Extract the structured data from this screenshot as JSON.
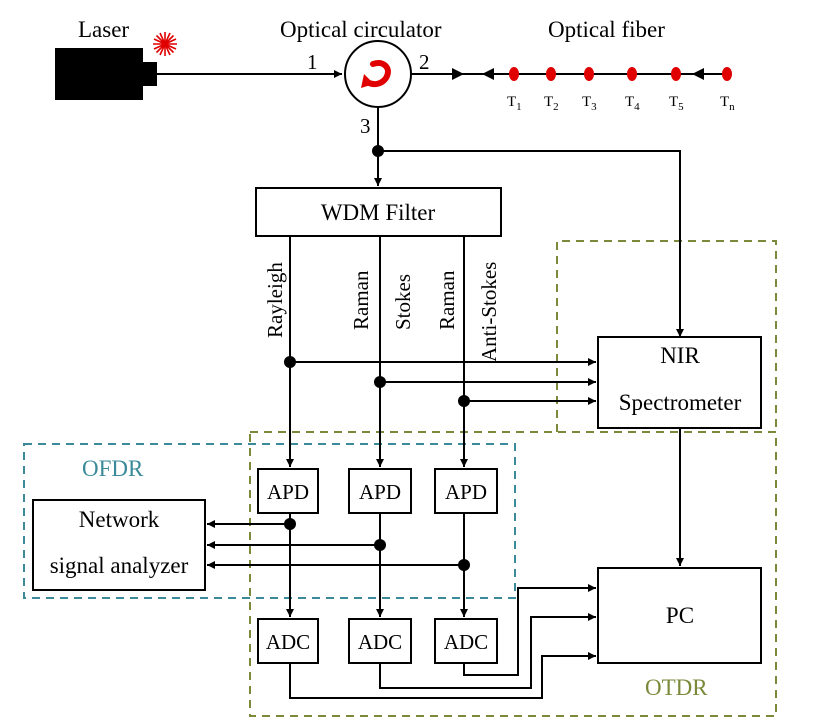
{
  "title_labels": {
    "laser": "Laser",
    "circulator": "Optical circulator",
    "fiber": "Optical fiber"
  },
  "ports": [
    "1",
    "2",
    "3"
  ],
  "sensors": [
    {
      "base": "T",
      "sub": "1"
    },
    {
      "base": "T",
      "sub": "2"
    },
    {
      "base": "T",
      "sub": "3"
    },
    {
      "base": "T",
      "sub": "4"
    },
    {
      "base": "T",
      "sub": "5"
    },
    {
      "base": "T",
      "sub": "n"
    }
  ],
  "wdm": "WDM Filter",
  "channels": {
    "rayleigh": "Rayleigh",
    "raman1": "Raman",
    "stokes": "Stokes",
    "raman2": "Raman",
    "antistokes": "Anti-Stokes"
  },
  "nir": {
    "line1": "NIR",
    "line2": "Spectrometer"
  },
  "apd": [
    "APD",
    "APD",
    "APD"
  ],
  "adc": [
    "ADC",
    "ADC",
    "ADC"
  ],
  "network": {
    "line1": "Network",
    "line2": "signal analyzer"
  },
  "pc": "PC",
  "regions": {
    "ofdr": "OFDR",
    "otdr": "OTDR"
  },
  "colors": {
    "ofdr": "#3a8a9a",
    "otdr": "#7a8a3a",
    "fbg": "#e00000",
    "circulator_arrow": "#e00000",
    "laser_star": "#e00000"
  }
}
